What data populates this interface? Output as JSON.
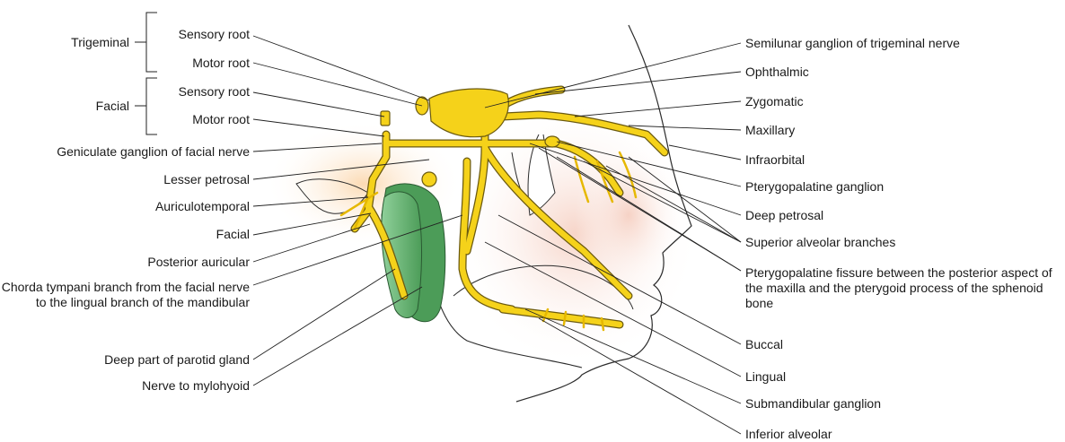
{
  "groups": {
    "trigeminal": "Trigeminal",
    "facial": "Facial"
  },
  "left_labels": {
    "trigeminal_sensory_root": "Sensory root",
    "trigeminal_motor_root": "Motor root",
    "facial_sensory_root": "Sensory root",
    "facial_motor_root": "Motor root",
    "geniculate_ganglion": "Geniculate ganglion of facial nerve",
    "lesser_petrosal": "Lesser petrosal",
    "auriculotemporal": "Auriculotemporal",
    "facial": "Facial",
    "posterior_auricular": "Posterior auricular",
    "chorda_tympani": "Chorda tympani branch from the facial nerve to the lingual branch of the mandibular",
    "deep_part_parotid": "Deep part of parotid gland",
    "nerve_to_mylohyoid": "Nerve to mylohyoid"
  },
  "right_labels": {
    "semilunar_ganglion": "Semilunar ganglion of trigeminal nerve",
    "ophthalmic": "Ophthalmic",
    "zygomatic": "Zygomatic",
    "maxillary": "Maxillary",
    "infraorbital": "Infraorbital",
    "pterygopalatine_ganglion": "Pterygopalatine ganglion",
    "deep_petrosal": "Deep petrosal",
    "superior_alveolar": "Superior alveolar branches",
    "pterygopalatine_fissure": "Pterygopalatine fissure between the posterior aspect of the maxilla and the pterygoid process of the sphenoid bone",
    "buccal": "Buccal",
    "lingual": "Lingual",
    "submandibular_ganglion": "Submandibular ganglion",
    "inferior_alveolar": "Inferior alveolar"
  },
  "colors": {
    "nerve_fill": "#f5d21a",
    "nerve_stroke": "#6b5a10",
    "gland_fill": "#6dbb7a",
    "gland_dark": "#3f8a4c",
    "skin_glow": "#f7d9cf",
    "ear_glow": "#fde3c4",
    "leader_line": "#222222"
  }
}
